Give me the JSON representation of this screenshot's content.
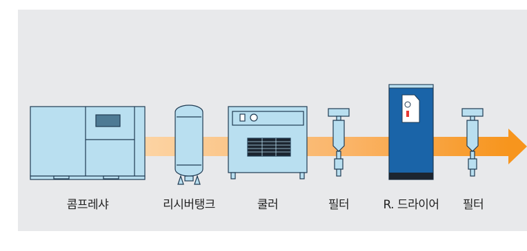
{
  "colors": {
    "background": "#e8e9eb",
    "arrow_light": "#fcd4a4",
    "arrow_dark": "#f7951d",
    "equipment_fill": "#b9dff0",
    "equipment_stroke": "#1f3a52",
    "dryer_blue": "#1a64a8"
  },
  "components": [
    {
      "label": "콤프레샤",
      "icon": "compressor-icon"
    },
    {
      "label": "리시버탱크",
      "icon": "receiver-tank-icon"
    },
    {
      "label": "쿨러",
      "icon": "cooler-icon"
    },
    {
      "label": "필터",
      "icon": "filter-icon"
    },
    {
      "label": "R. 드라이어",
      "icon": "refrigerated-dryer-icon"
    },
    {
      "label": "필터",
      "icon": "filter-icon"
    }
  ]
}
